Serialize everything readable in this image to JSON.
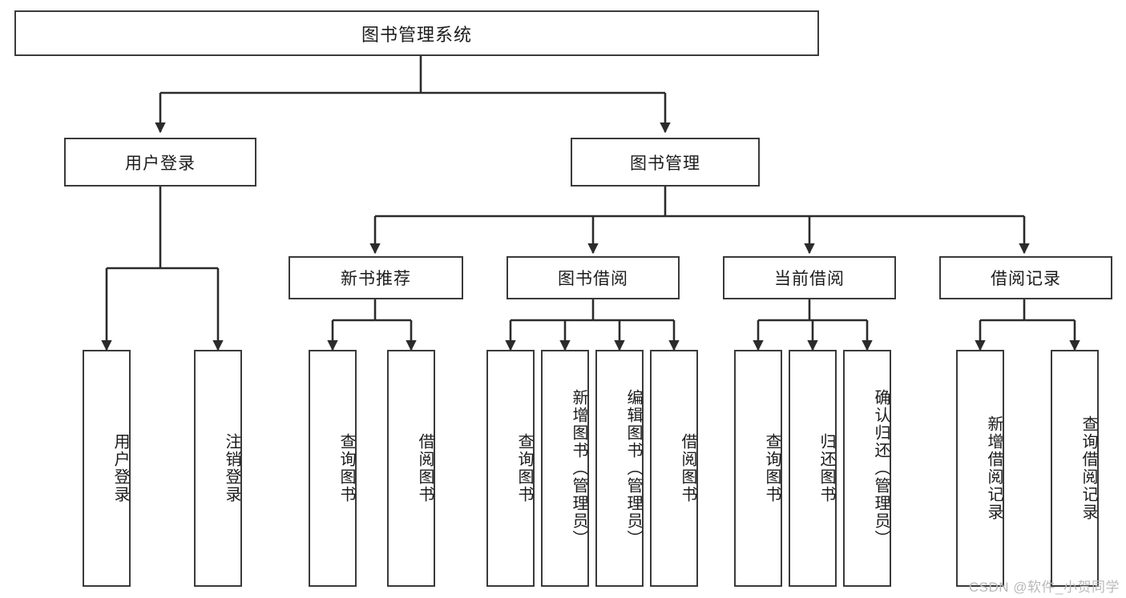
{
  "diagram": {
    "title": "图书管理系统",
    "type": "tree-hierarchy-diagram",
    "watermark": "CSDN @软件_小贺同学",
    "colors": {
      "box_border": "#3a3a3a",
      "box_fill": "#ffffff",
      "line": "#2b2b2b",
      "text": "#1b1b1b",
      "watermark": "#b9b9b9"
    },
    "levels": {
      "root": {
        "label": "图书管理系统"
      },
      "level2": [
        {
          "id": "user-login",
          "label": "用户登录"
        },
        {
          "id": "book-manage",
          "label": "图书管理"
        }
      ],
      "level3": [
        {
          "id": "new-book-rec",
          "label": "新书推荐"
        },
        {
          "id": "book-borrow",
          "label": "图书借阅"
        },
        {
          "id": "current-borrow",
          "label": "当前借阅"
        },
        {
          "id": "borrow-record",
          "label": "借阅记录"
        }
      ],
      "leaves": {
        "user-login": [
          {
            "id": "leaf-user-login",
            "label": "用户登录"
          },
          {
            "id": "leaf-logout",
            "label": "注销登录"
          }
        ],
        "new-book-rec": [
          {
            "id": "leaf-query-book-1",
            "label": "查询图书"
          },
          {
            "id": "leaf-borrow-book-1",
            "label": "借阅图书"
          }
        ],
        "book-borrow": [
          {
            "id": "leaf-query-book-2",
            "label": "查询图书"
          },
          {
            "id": "leaf-add-book",
            "label": "新增图书（管理员）"
          },
          {
            "id": "leaf-edit-book",
            "label": "编辑图书（管理员）"
          },
          {
            "id": "leaf-borrow-book-2",
            "label": "借阅图书"
          }
        ],
        "current-borrow": [
          {
            "id": "leaf-query-book-3",
            "label": "查询图书"
          },
          {
            "id": "leaf-return-book",
            "label": "归还图书"
          },
          {
            "id": "leaf-confirm-return",
            "label": "确认归还（管理员）"
          }
        ],
        "borrow-record": [
          {
            "id": "leaf-add-record",
            "label": "新增借阅记录"
          },
          {
            "id": "leaf-query-record",
            "label": "查询借阅记录"
          }
        ]
      }
    }
  }
}
